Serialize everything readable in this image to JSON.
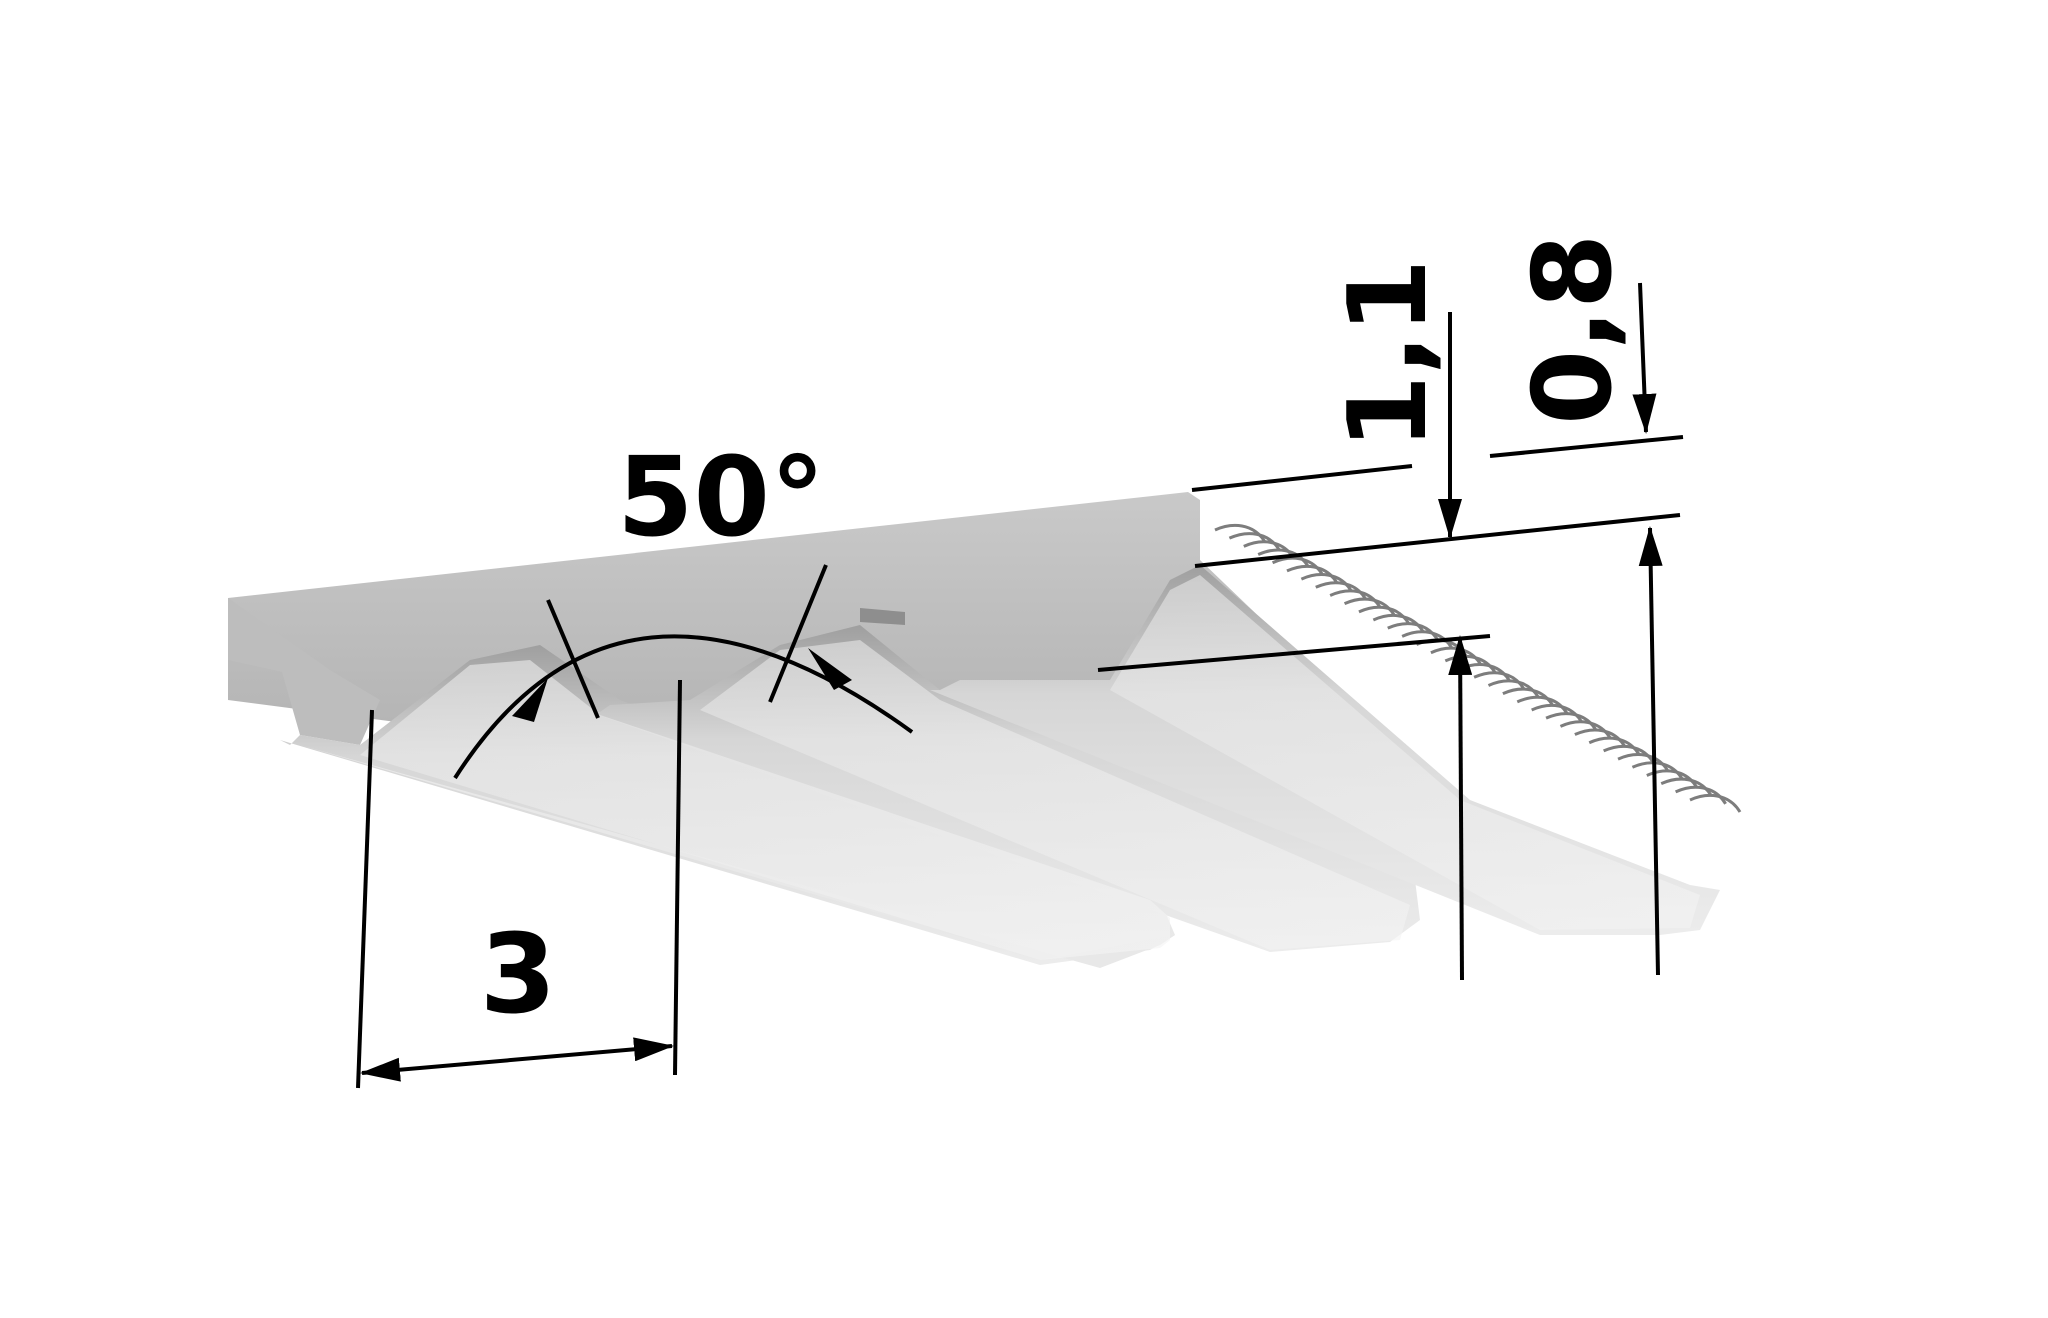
{
  "diagram": {
    "labels": {
      "angle": "50°",
      "pitch": "3",
      "total_height": "1,1",
      "tooth_height": "0,8"
    },
    "colors": {
      "background": "#ffffff",
      "belt_top": "#b3b3b3",
      "belt_front": "#c4c4c4",
      "tooth_face": "#d9d9d9",
      "tooth_shade": "#9a9a9a",
      "dimension_lines": "#000000"
    }
  }
}
